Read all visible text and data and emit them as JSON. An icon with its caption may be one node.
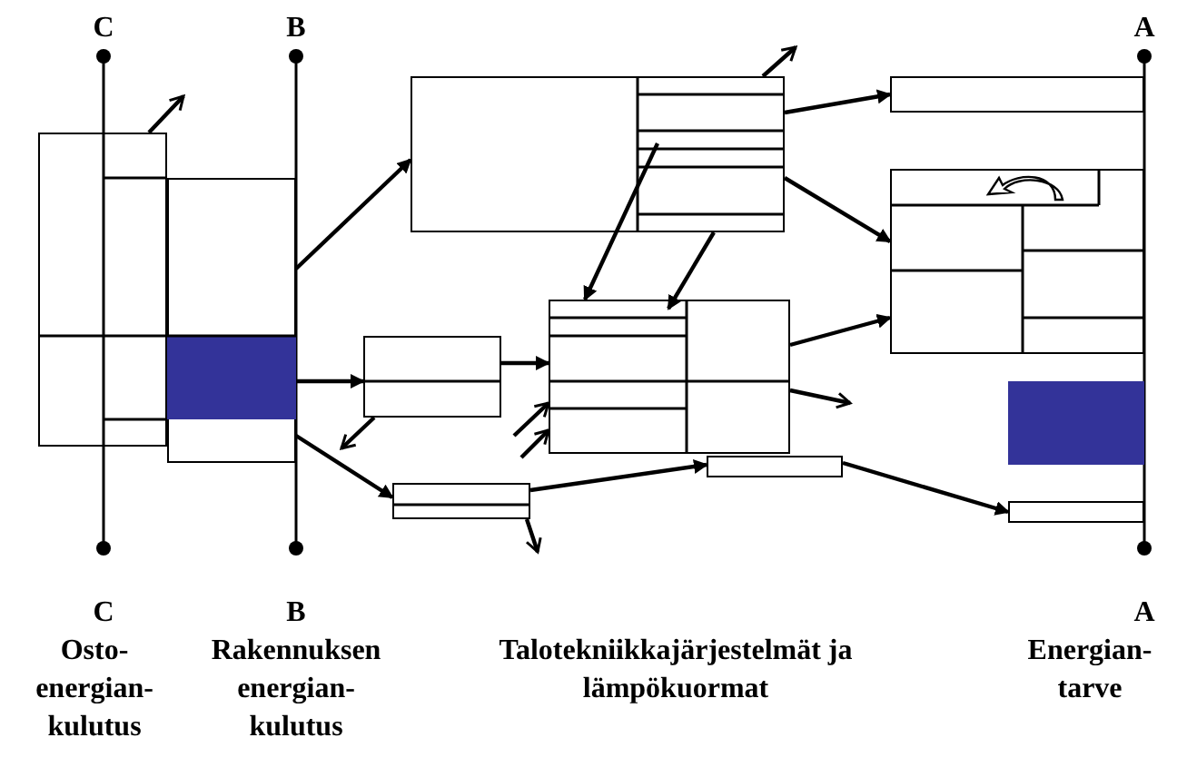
{
  "diagram": {
    "nodes": [
      {
        "text": [],
        "shape": "box"
      },
      {
        "text": [],
        "shape": "box"
      },
      {
        "text": [],
        "shape": "box"
      },
      {
        "text": [],
        "shape": "box"
      },
      {
        "text": [],
        "shape": "box"
      },
      {
        "text": [],
        "shape": "box"
      },
      {
        "text": [],
        "shape": "box"
      },
      {
        "text": [],
        "shape": "box"
      },
      {
        "text": [],
        "shape": "box"
      },
      {
        "text": [],
        "shape": "box"
      },
      {
        "text": [],
        "shape": "box"
      }
    ],
    "edges": [
      {
        "from": 1,
        "to": 2,
        "arrow": "to"
      },
      {
        "from": 1,
        "to": 3,
        "arrow": "to"
      },
      {
        "from": 1,
        "to": 4,
        "arrow": "to"
      },
      {
        "from": 2,
        "to": 6,
        "arrow": "to"
      },
      {
        "from": 2,
        "to": 7,
        "arrow": "to"
      },
      {
        "from": 2,
        "to": 5,
        "arrow": "to"
      },
      {
        "from": 2,
        "to": 5,
        "arrow": "to"
      },
      {
        "from": 3,
        "to": 5,
        "arrow": "to"
      },
      {
        "from": 5,
        "to": 7,
        "arrow": "to"
      },
      {
        "from": 4,
        "to": 9,
        "arrow": "to"
      },
      {
        "from": 9,
        "to": 10,
        "arrow": "to"
      },
      {
        "from": 0,
        "to": null,
        "arrow": "to"
      },
      {
        "from": 2,
        "to": null,
        "arrow": "to"
      },
      {
        "from": 3,
        "to": null,
        "arrow": "to"
      },
      {
        "from": null,
        "to": 5,
        "arrow": "to"
      },
      {
        "from": null,
        "to": 5,
        "arrow": "to"
      },
      {
        "from": 5,
        "to": null,
        "arrow": "to"
      },
      {
        "from": 4,
        "to": null,
        "arrow": "to"
      }
    ],
    "labels": [
      "C",
      "B",
      "A",
      "C",
      "B",
      "A",
      "Osto- energian- kulutus",
      "Rakennuksen energian- kulutus",
      "Talotekniikkajärjestelmät ja lämpökuormat",
      "Energian- tarve"
    ]
  }
}
